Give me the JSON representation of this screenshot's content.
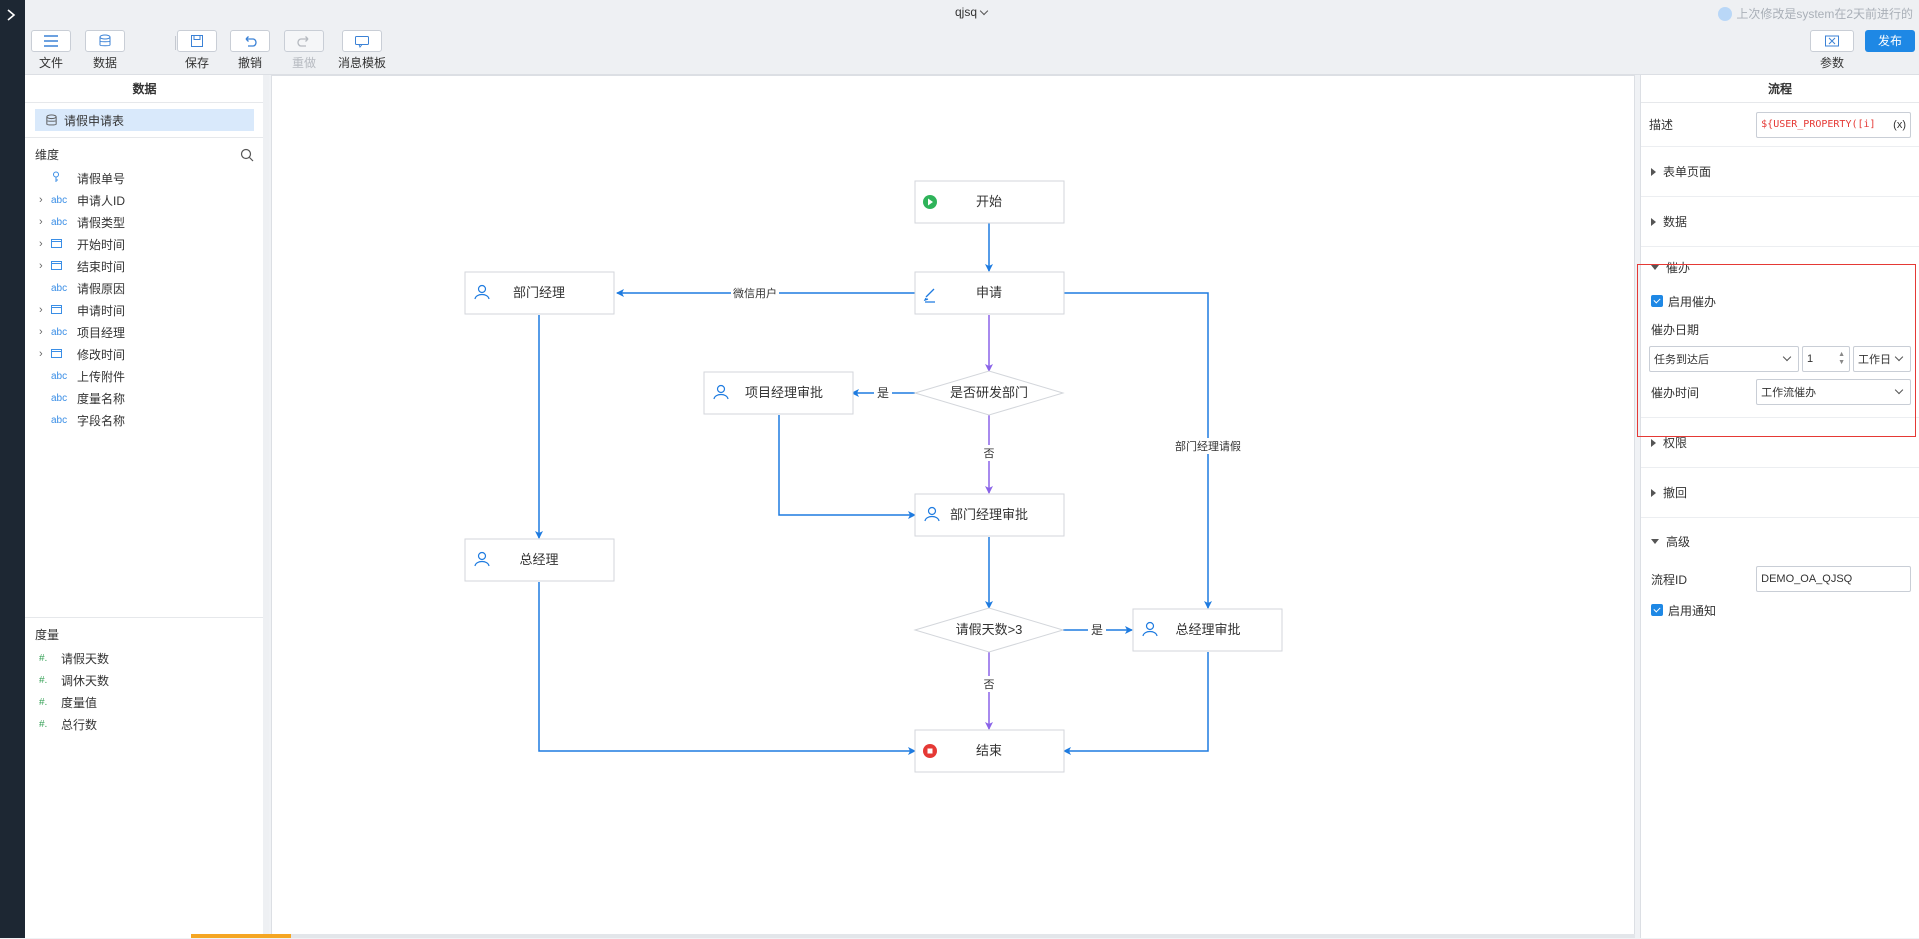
{
  "header": {
    "title": "qjsq",
    "last_modified": "上次修改是system在2天前进行的",
    "publish": "发布",
    "params": "参数"
  },
  "toolbar": {
    "file": "文件",
    "data": "数据",
    "save": "保存",
    "undo": "撤销",
    "redo": "重做",
    "message_template": "消息模板"
  },
  "left_panel": {
    "title": "数据",
    "table": "请假申请表",
    "dimension_title": "维度",
    "dimensions": [
      {
        "label": "请假单号",
        "type": "key",
        "expandable": false
      },
      {
        "label": "申请人ID",
        "type": "abc",
        "expandable": true
      },
      {
        "label": "请假类型",
        "type": "abc",
        "expandable": true
      },
      {
        "label": "开始时间",
        "type": "date",
        "expandable": true
      },
      {
        "label": "结束时间",
        "type": "date",
        "expandable": true
      },
      {
        "label": "请假原因",
        "type": "abc",
        "expandable": false
      },
      {
        "label": "申请时间",
        "type": "date",
        "expandable": true
      },
      {
        "label": "项目经理",
        "type": "abc",
        "expandable": true
      },
      {
        "label": "修改时间",
        "type": "date",
        "expandable": true
      },
      {
        "label": "上传附件",
        "type": "abc",
        "expandable": false
      },
      {
        "label": "度量名称",
        "type": "abc",
        "expandable": false
      },
      {
        "label": "字段名称",
        "type": "abc",
        "expandable": false
      }
    ],
    "measure_title": "度量",
    "measures": [
      "请假天数",
      "调休天数",
      "度量值",
      "总行数"
    ]
  },
  "flow": {
    "nodes": {
      "start": "开始",
      "apply": "申请",
      "dept_manager": "部门经理",
      "is_rd": "是否研发部门",
      "pm_approve": "项目经理审批",
      "dept_approve": "部门经理审批",
      "gm": "总经理",
      "days_gt3": "请假天数>3",
      "gm_approve": "总经理审批",
      "end": "结束"
    },
    "edges": {
      "wechat_user": "微信用户",
      "yes1": "是",
      "no1": "否",
      "dept_leave": "部门经理请假",
      "yes2": "是",
      "no2": "否"
    }
  },
  "right_panel": {
    "title": "流程",
    "desc_label": "描述",
    "desc_value": "${USER_PROPERTY([i]",
    "desc_btn": "(x)",
    "form_page": "表单页面",
    "data": "数据",
    "urge": {
      "title": "催办",
      "enable": "启用催办",
      "date_label": "催办日期",
      "date_mode": "任务到达后",
      "date_num": "1",
      "date_unit": "工作日",
      "time_label": "催办时间",
      "time_value": "工作流催办"
    },
    "permission": "权限",
    "withdraw": "撤回",
    "advanced": {
      "title": "高级",
      "flow_id_label": "流程ID",
      "flow_id_value": "DEMO_OA_QJSQ",
      "enable_notify": "启用通知"
    }
  },
  "colors": {
    "accent": "#1e88e5",
    "edge_blue": "#1e7be0",
    "edge_purple": "#8a63e8",
    "start_green": "#2fb35a",
    "end_red": "#e53935",
    "highlight": "#e53935"
  }
}
